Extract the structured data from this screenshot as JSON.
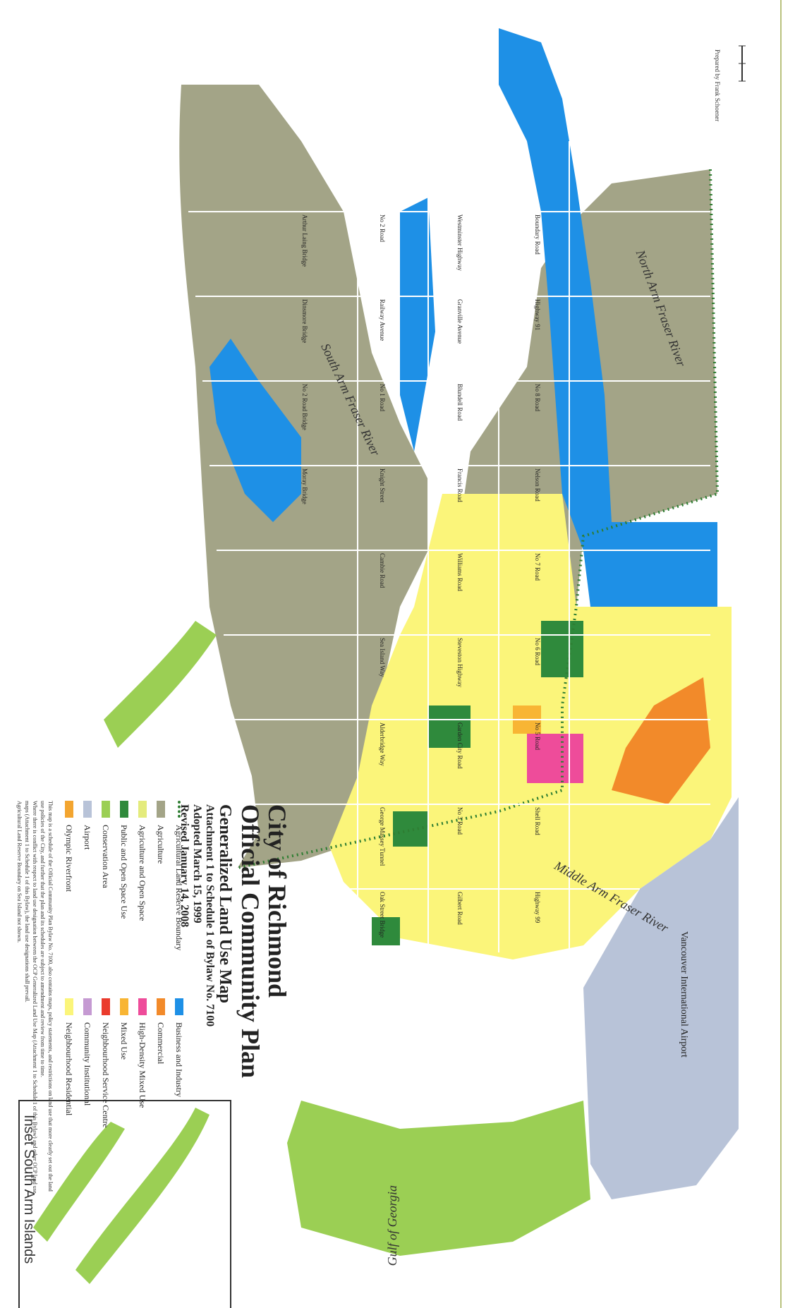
{
  "title": {
    "line1": "City of Richmond",
    "line2": "Official Community Plan",
    "line3": "Generalized Land Use Map",
    "line4": "Attachment 1 to Schedule 1 of Bylaw No. 7100",
    "line5": "Adopted March 15, 1999",
    "line6": "Revised January 14, 2008"
  },
  "legend": {
    "left": [
      {
        "label": "Agricultural Land Reserve Boundary",
        "color": "#2e7d32",
        "style": "dotted"
      },
      {
        "label": "Agriculture",
        "color": "#a3a487"
      },
      {
        "label": "Agriculture and Open Space",
        "color": "#e4eb7c"
      },
      {
        "label": "Public and Open Space Use",
        "color": "#2f8a3c"
      },
      {
        "label": "Conservation Area",
        "color": "#9bcf54"
      },
      {
        "label": "Airport",
        "color": "#b8c3d8"
      },
      {
        "label": "Olympic Riverfront",
        "color": "#f3a530"
      }
    ],
    "right": [
      {
        "label": "Business and Industry",
        "color": "#1e90e6"
      },
      {
        "label": "Commercial",
        "color": "#f28a2a"
      },
      {
        "label": "High-Density Mixed Use",
        "color": "#ee4c9a"
      },
      {
        "label": "Mixed Use",
        "color": "#f8b534"
      },
      {
        "label": "Neighbourhood Service Centre",
        "color": "#ea3b2d"
      },
      {
        "label": "Community Institutional",
        "color": "#c59ad2"
      },
      {
        "label": "Neighbourhood Residential",
        "color": "#fbf57a"
      }
    ]
  },
  "notes": {
    "n1": "This map is a schedule of the Official Community Plan Bylaw No. 7100, also contains maps, policy statements, and restrictions on land use that more clearly set out the land use policies of the City, and further that the plan and its schedules are subject to amendment and review from time to time.",
    "n2": "Where there is conflict with respect to land use designation between the OCP Generalized Land Use Map (Attachment 1 to Schedule 1 of this Bylaw) and other OCP land use maps (Attachment 1 to Schedule 1 of this Bylaw), the land use designations shall prevail.",
    "n3": "Agricultural Land Reserve Boundary on Sea Island not shown."
  },
  "labels": {
    "north_arm": "North Arm Fraser River",
    "south_arm": "South Arm Fraser River",
    "middle_arm": "Middle Arm Fraser River",
    "gulf": "Gulf of Georgia",
    "airport": "Vancouver International Airport",
    "inset": "Inset South Arm Islands",
    "prepared": "Prepared by Frank Schoener",
    "roads": [
      "Boundary Road",
      "Highway 91",
      "No 8 Road",
      "Nelson Road",
      "No 7 Road",
      "No 6 Road",
      "No 5 Road",
      "Shell Road",
      "Highway 99",
      "Westminster Highway",
      "Granville Avenue",
      "Blundell Road",
      "Francis Road",
      "Williams Road",
      "Steveston Highway",
      "Garden City Road",
      "No 3 Road",
      "Gilbert Road",
      "No 2 Road",
      "Railway Avenue",
      "No 1 Road",
      "Knight Street",
      "Cambie Road",
      "Sea Island Way",
      "Alderbridge Way",
      "George Massey Tunnel",
      "Oak Street Bridge",
      "Arthur Laing Bridge",
      "Dinsmore Bridge",
      "No 2 Road Bridge",
      "Moray Bridge"
    ]
  },
  "colors": {
    "water": "#ffffff",
    "shore": "#c9d5a8",
    "agriculture": "#a3a487",
    "residential": "#fbf57a",
    "industry": "#1e90e6",
    "park": "#2f8a3c",
    "conservation": "#9bcf54",
    "airport": "#b8c3d8",
    "commercial": "#f28a2a",
    "highdensity": "#ee4c9a",
    "mixed": "#f8b534",
    "service": "#ea3b2d",
    "institutional": "#c59ad2",
    "alr": "#2e7d32"
  }
}
